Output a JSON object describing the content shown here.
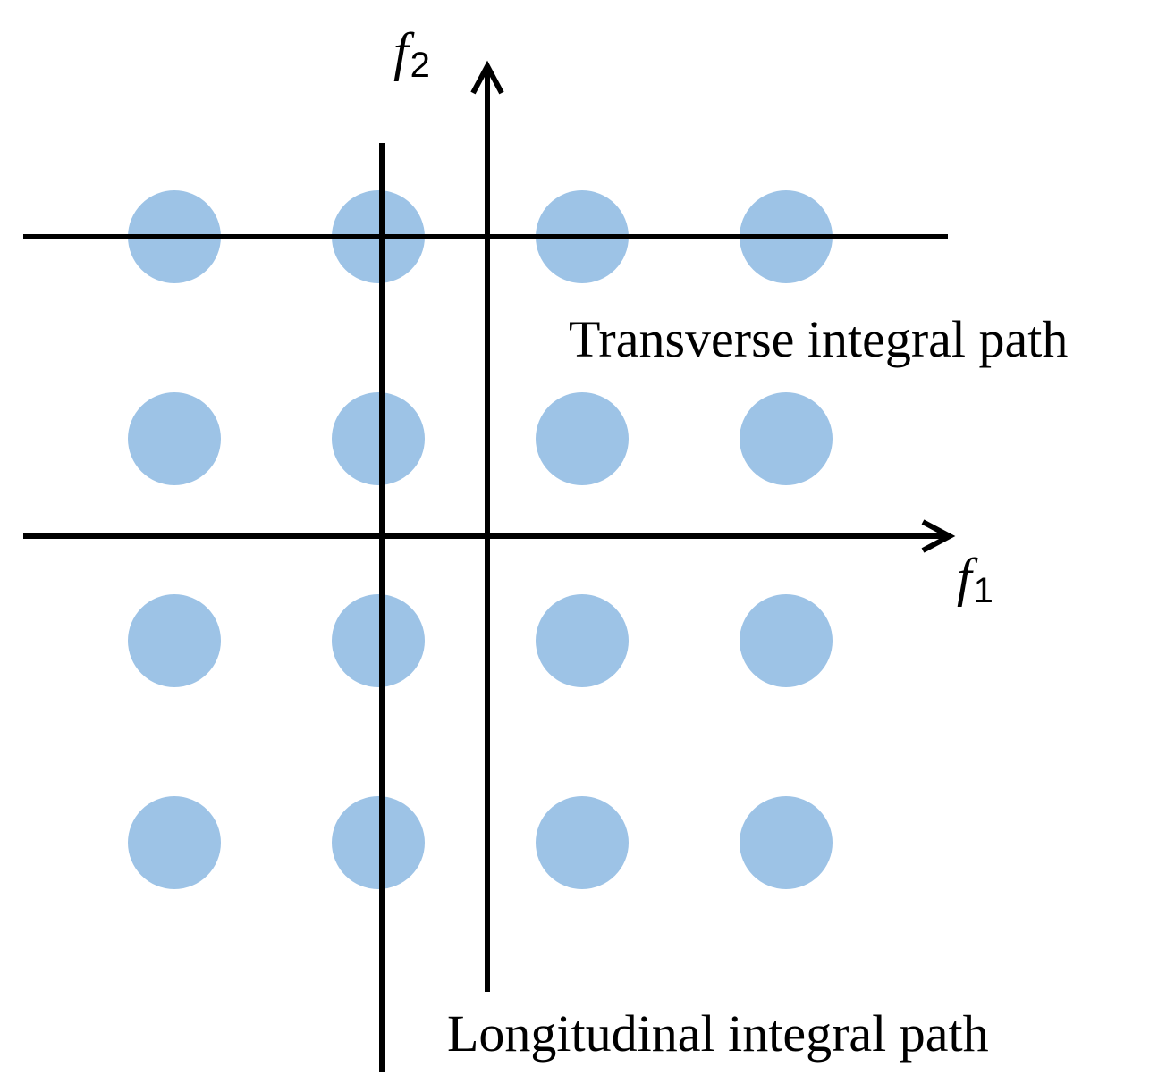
{
  "axes": {
    "f1": {
      "symbol": "f",
      "subscript": "1"
    },
    "f2": {
      "symbol": "f",
      "subscript": "2"
    }
  },
  "paths": {
    "transverse_label": "Transverse integral path",
    "longitudinal_label": "Longitudinal integral path"
  },
  "grid": {
    "rows": 4,
    "cols": 4
  },
  "colors": {
    "dot": "#9dc3e6",
    "line": "#000000"
  }
}
